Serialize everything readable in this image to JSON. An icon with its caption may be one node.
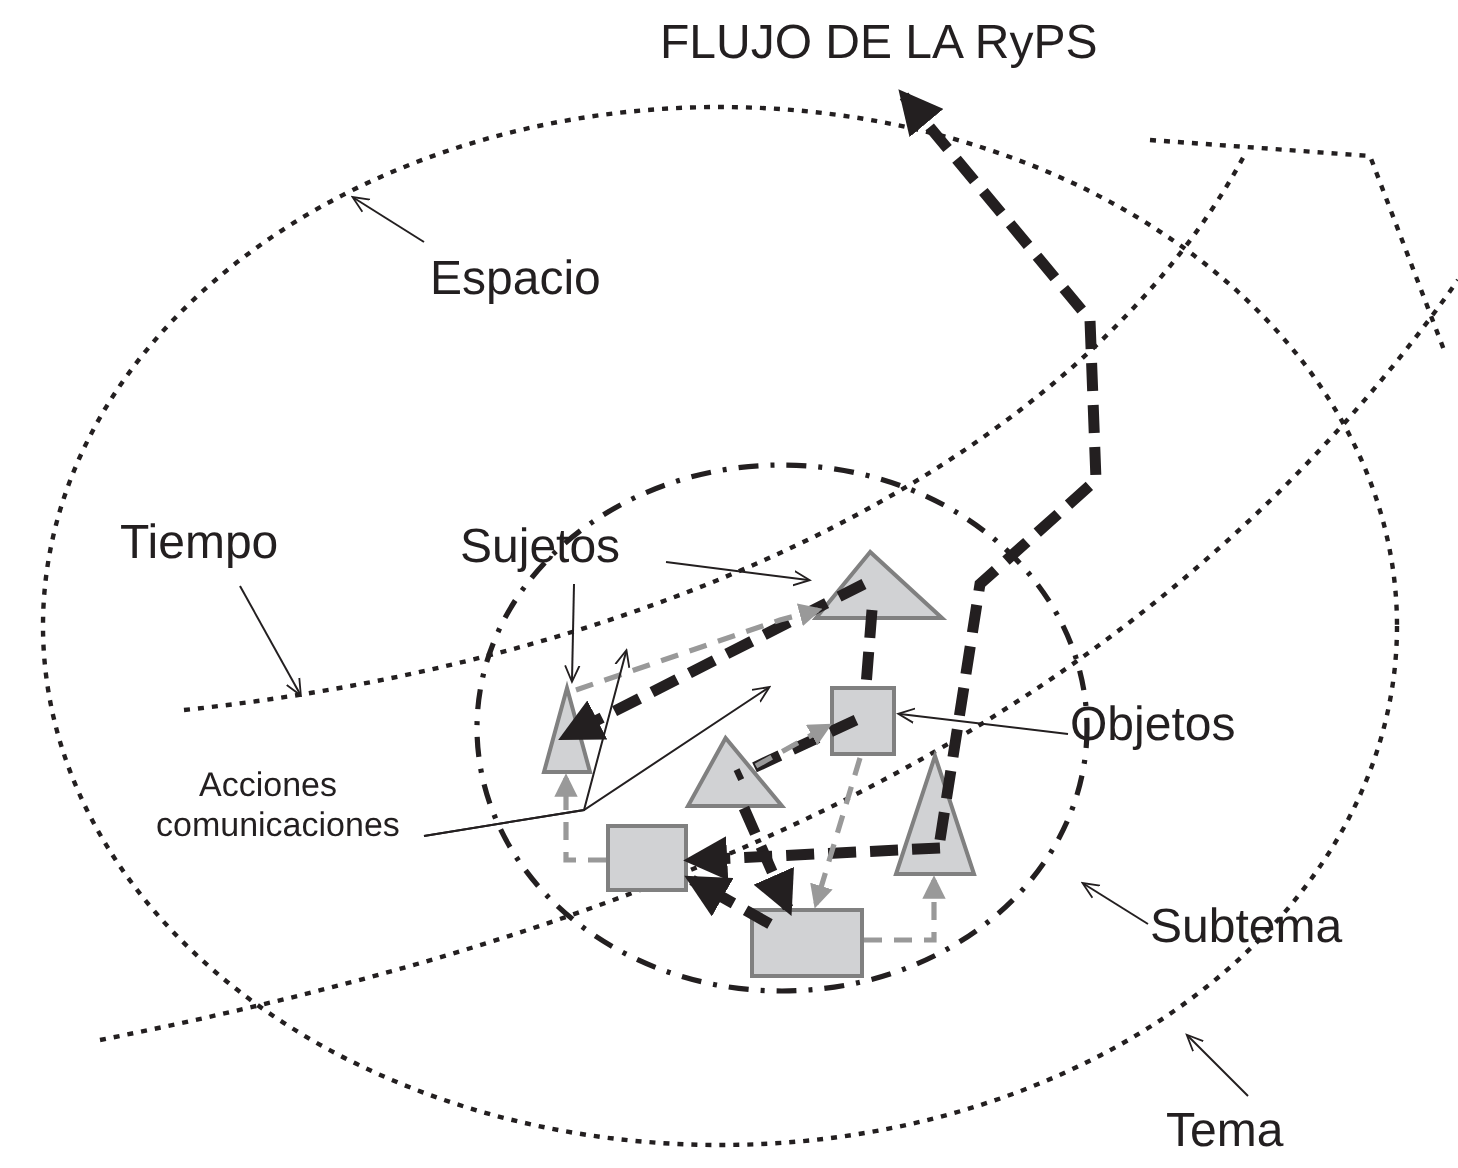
{
  "diagram": {
    "nodes": [
      {
        "text": [
          "FLUJO DE LA RyPS"
        ]
      },
      {
        "text": [],
        "shape": "ellipse"
      },
      {
        "text": [],
        "shape": "ellipse",
        "in": 1
      },
      {
        "text": [],
        "shape": "triangle",
        "in": 2
      },
      {
        "text": [],
        "shape": "triangle",
        "in": 2
      },
      {
        "text": [],
        "shape": "triangle",
        "in": 2
      },
      {
        "text": [],
        "shape": "triangle",
        "in": 2
      },
      {
        "text": [],
        "shape": "box",
        "in": 2
      },
      {
        "text": [],
        "shape": "box",
        "in": 2
      },
      {
        "text": [],
        "shape": "box",
        "in": 2
      },
      {
        "text": [
          "Espacio"
        ],
        "in": 1
      },
      {
        "text": [
          "Tiempo"
        ],
        "in": 1
      },
      {
        "text": [
          "Sujetos"
        ],
        "in": 1
      },
      {
        "text": [
          "Objetos"
        ],
        "in": 1
      },
      {
        "text": [
          "Acciones comunicaciones"
        ],
        "in": 1
      },
      {
        "text": [
          "Subtema"
        ],
        "in": 1
      },
      {
        "text": [
          "Tema"
        ]
      }
    ],
    "edges": [
      {
        "from": 6,
        "to": 0,
        "arrow": "to",
        "style": "dashed"
      },
      {
        "from": 3,
        "to": 4,
        "arrow": "to",
        "style": "dashed"
      },
      {
        "from": 3,
        "to": 7,
        "arrow": "none",
        "style": "dashed"
      },
      {
        "from": 7,
        "to": 5,
        "arrow": "none",
        "style": "dashed"
      },
      {
        "from": 5,
        "to": 9,
        "arrow": "to",
        "style": "dashed"
      },
      {
        "from": 6,
        "to": 8,
        "arrow": "to",
        "style": "dashed"
      },
      {
        "from": 9,
        "to": 8,
        "arrow": "to",
        "style": "dashed"
      },
      {
        "from": 8,
        "to": 4,
        "arrow": "to",
        "style": "dashed",
        "color": "#999999"
      },
      {
        "from": 9,
        "to": 6,
        "arrow": "to",
        "style": "dashed",
        "color": "#999999"
      },
      {
        "from": 4,
        "to": 3,
        "arrow": "to",
        "style": "dashed",
        "color": "#999999"
      },
      {
        "from": 5,
        "to": 7,
        "arrow": "to",
        "style": "dashed",
        "color": "#999999"
      },
      {
        "from": 7,
        "to": 9,
        "arrow": "to",
        "style": "dashed",
        "color": "#999999"
      },
      {
        "from": 10,
        "to": 1,
        "arrow": "to"
      },
      {
        "from": 11,
        "to": null,
        "arrow": "to"
      },
      {
        "from": 12,
        "to": 4,
        "arrow": "to"
      },
      {
        "from": 12,
        "to": 3,
        "arrow": "to"
      },
      {
        "from": 13,
        "to": 7,
        "arrow": "to"
      },
      {
        "from": 14,
        "to": null,
        "arrow": "to"
      },
      {
        "from": 14,
        "to": null,
        "arrow": "to"
      },
      {
        "from": 15,
        "to": 2,
        "arrow": "to"
      },
      {
        "from": 16,
        "to": 1,
        "arrow": "to"
      }
    ]
  }
}
